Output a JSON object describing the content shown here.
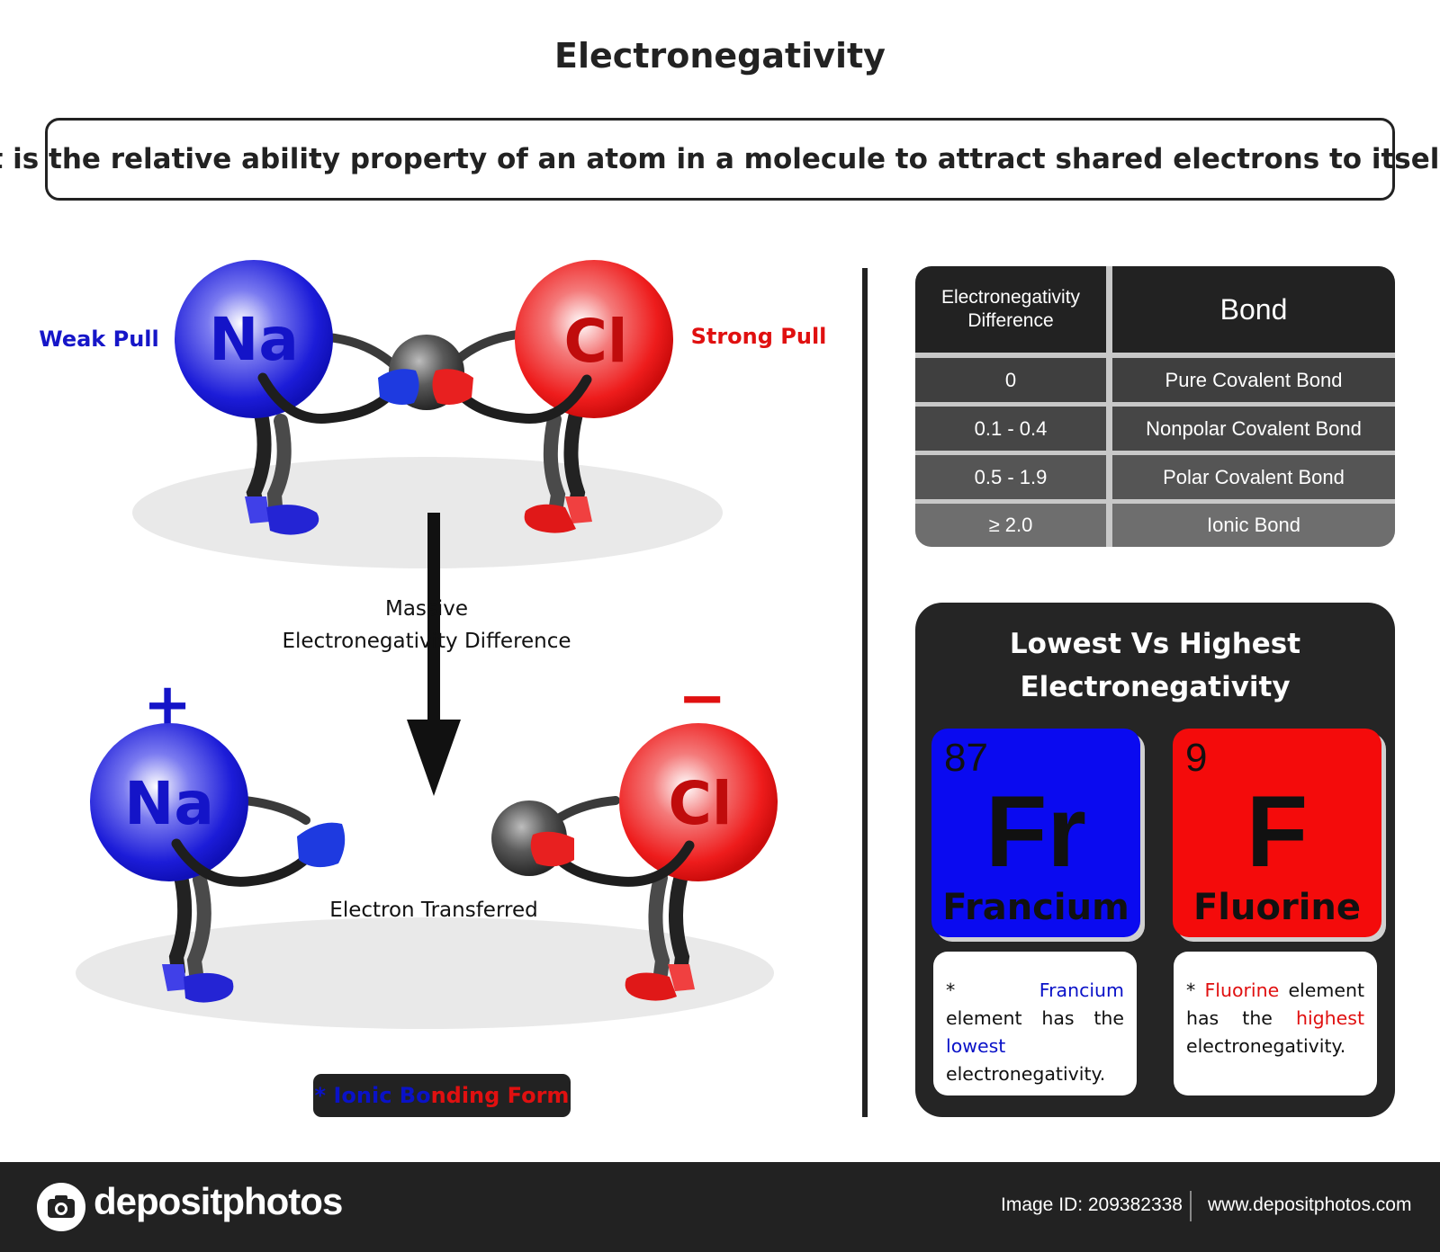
{
  "title": "Electronegativity",
  "definition": "It is the relative ability property of an atom in a molecule to attract shared electrons to itself.",
  "diagram": {
    "top": {
      "left_atom": "Na",
      "right_atom": "Cl",
      "left_label": "Weak Pull",
      "right_label": "Strong Pull"
    },
    "arrow_label_line1": "Massive",
    "arrow_label_line2": "Electronegativity Difference",
    "bottom": {
      "left_atom": "Na",
      "right_atom": "Cl",
      "left_charge": "+",
      "right_charge": "−",
      "transfer_label": "Electron Transferred"
    },
    "badge": {
      "star": "*",
      "word_blue": "Ionic Bo",
      "word_red": "nding Form"
    },
    "colors": {
      "sodium_blue": "#1515d6",
      "chlorine_red": "#ee1c1c",
      "electron_gray": "#3a3a3a"
    }
  },
  "table": {
    "headers": [
      "Electronegativity Difference",
      "Bond"
    ],
    "rows": [
      {
        "difference": "0",
        "bond": "Pure Covalent Bond"
      },
      {
        "difference": "0.1 - 0.4",
        "bond": "Nonpolar Covalent Bond"
      },
      {
        "difference": "0.5 - 1.9",
        "bond": "Polar Covalent Bond"
      },
      {
        "difference": "≥ 2.0",
        "bond": "Ionic Bond"
      }
    ]
  },
  "panel": {
    "title_line1": "Lowest Vs Highest",
    "title_line2": "Electronegativity",
    "elements": [
      {
        "number": "87",
        "symbol": "Fr",
        "name": "Francium",
        "color": "#0a0af0"
      },
      {
        "number": "9",
        "symbol": "F",
        "name": "Fluorine",
        "color": "#f40b0b"
      }
    ],
    "notes": [
      {
        "star": "* ",
        "element": "Francium",
        "mid": " element has the ",
        "extreme": "lowest",
        "end": " electronegativity."
      },
      {
        "star": "* ",
        "element": "Fluorine",
        "mid": " element has the ",
        "extreme": "highest",
        "end": " electronegativity."
      }
    ]
  },
  "footer": {
    "brand": "depositphotos",
    "image_id": "Image ID: 209382338",
    "site": "www.depositphotos.com"
  }
}
